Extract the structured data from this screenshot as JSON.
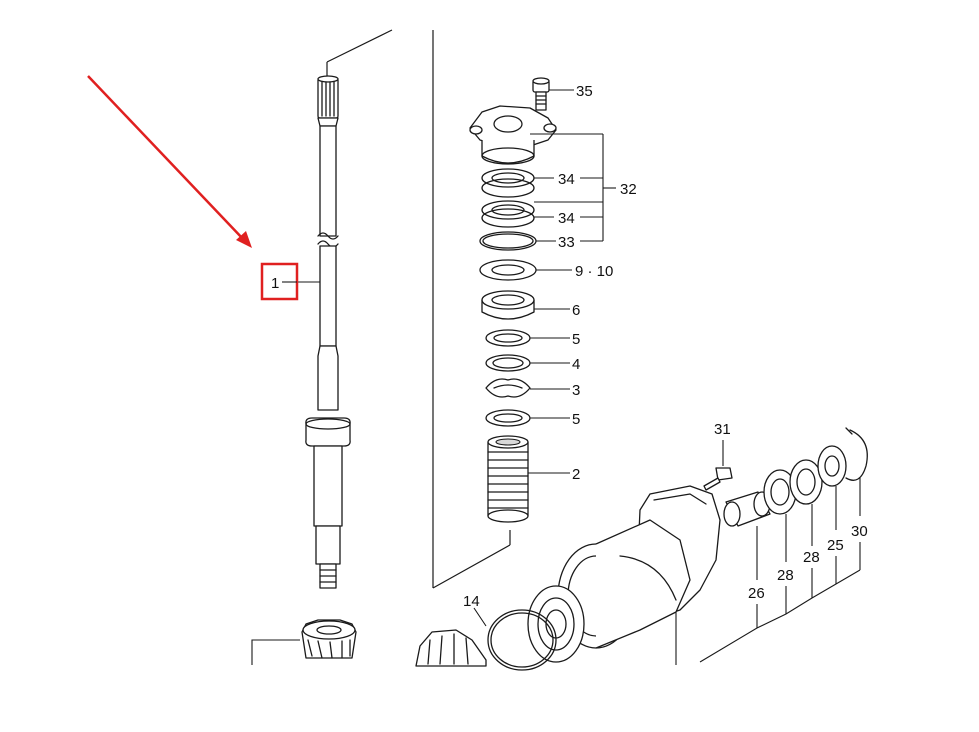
{
  "labels": {
    "p1": "1",
    "p2": "2",
    "p3": "3",
    "p4": "4",
    "p5a": "5",
    "p5b": "5",
    "p6": "6",
    "p9_10": "9 · 10",
    "p14": "14",
    "p25": "25",
    "p26": "26",
    "p28a": "28",
    "p28b": "28",
    "p30": "30",
    "p31": "31",
    "p32": "32",
    "p33": "33",
    "p34a": "34",
    "p34b": "34",
    "p35": "35"
  },
  "annotation": {
    "highlight_part": "1",
    "arrow_color": "#e02020",
    "box_color": "#e02020"
  }
}
